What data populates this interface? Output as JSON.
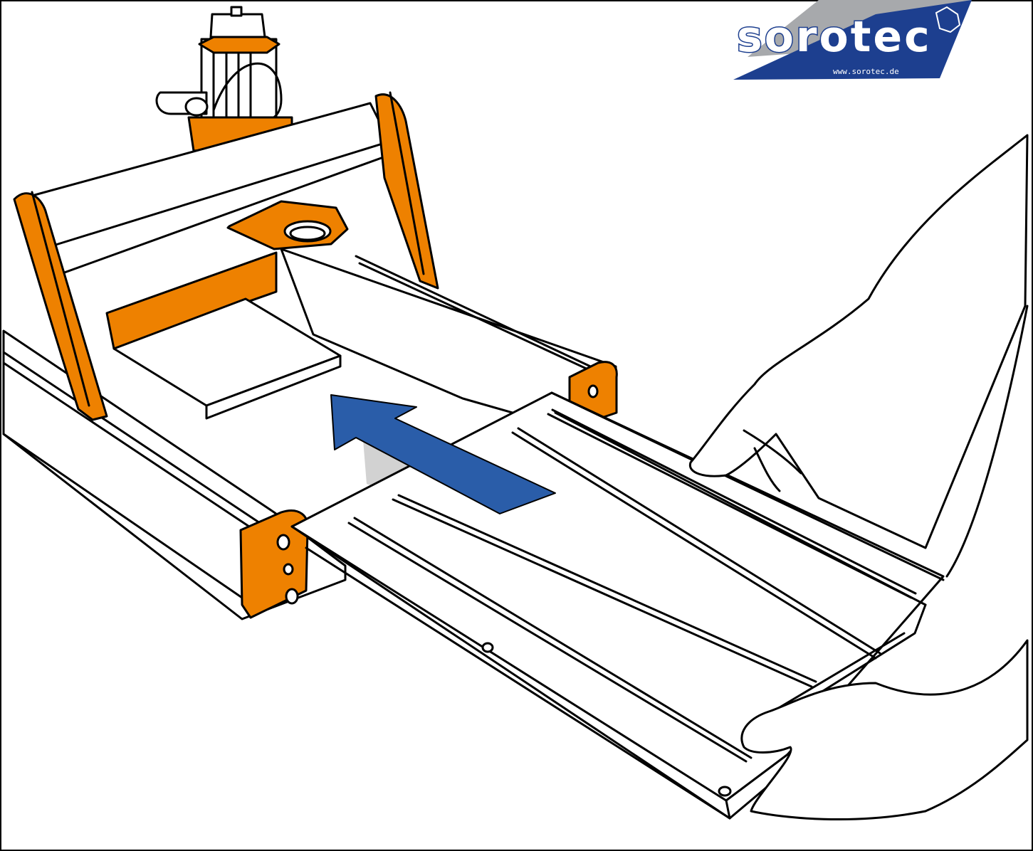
{
  "brand": {
    "name": "sorotec",
    "url": "www.sorotec.de"
  },
  "colors": {
    "frame_orange": "#ee8100",
    "arrow_blue": "#2a5da9",
    "logo_blue": "#1d3f8f",
    "logo_grey": "#a7a9ac",
    "shadow_grey": "#d2d2d2",
    "outline": "#000000"
  },
  "scene": {
    "subject": "cnc-router-assembly",
    "action": "slide-table-into-frame",
    "arrow_icon": "arrow-up-left-icon"
  }
}
